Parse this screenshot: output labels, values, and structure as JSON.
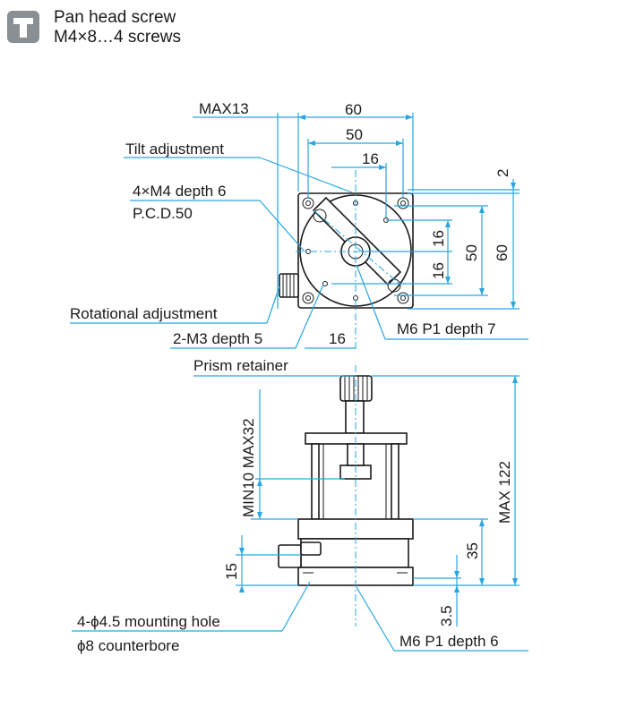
{
  "legend": {
    "icon": "pan-head-screw-icon",
    "line1": "Pan head screw",
    "line2": "M4×8…4 screws"
  },
  "top_view": {
    "labels": {
      "max13": "MAX13",
      "tilt": "Tilt adjustment",
      "m4": "4×M4 depth 6",
      "pcd": "P.C.D.50",
      "rotational": "Rotational adjustment",
      "m3": "2-M3 depth 5",
      "m6_top": "M6 P1 depth 7"
    },
    "dims": {
      "w60": "60",
      "w50": "50",
      "w16": "16",
      "d2": "2",
      "v16a": "16",
      "v16b": "16",
      "v50": "50",
      "v60": "60",
      "b16": "16"
    }
  },
  "side_view": {
    "labels": {
      "prism": "Prism retainer",
      "mount1": "4-ϕ4.5 mounting hole",
      "mount2": "ϕ8 counterbore",
      "m6_bottom": "M6 P1 depth 6"
    },
    "dims": {
      "minmax": "MIN10 MAX32",
      "max122": "MAX 122",
      "d35": "35",
      "d15": "15",
      "d35b": "3.5"
    }
  },
  "colors": {
    "leader": "#27a6e0",
    "outline": "#1a1a1a",
    "icon": "#8a8f93"
  }
}
